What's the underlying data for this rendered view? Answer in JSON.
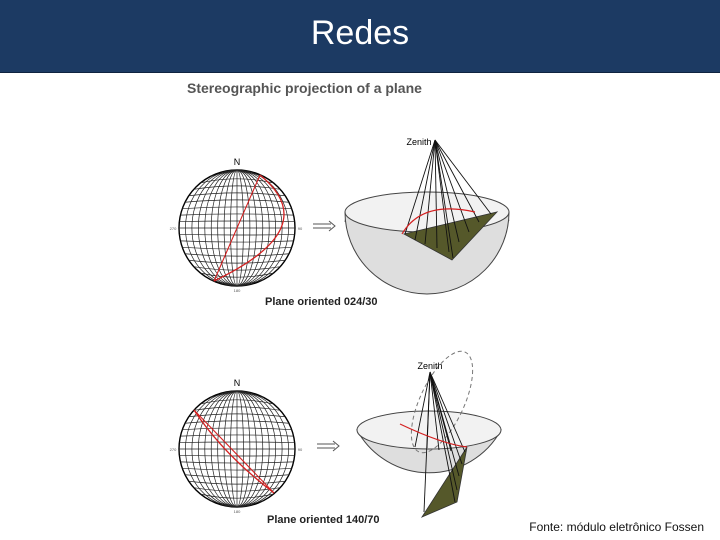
{
  "slide": {
    "title": "Redes",
    "source": "Fonte: módulo eletrônico Fossen"
  },
  "figure": {
    "heading": "Stereographic projection of a plane",
    "panels": [
      {
        "caption": "Plane oriented 024/30",
        "north": "N",
        "west": "270",
        "east": "90",
        "south": "180",
        "zenith": "Zenith"
      },
      {
        "caption": "Plane oriented 140/70",
        "north": "N",
        "west": "270",
        "east": "90",
        "south": "180",
        "zenith": "Zenith"
      }
    ]
  },
  "colors": {
    "header": "#1c3a63",
    "great_circle": "#d42020",
    "plane_fill": "#55582a"
  }
}
